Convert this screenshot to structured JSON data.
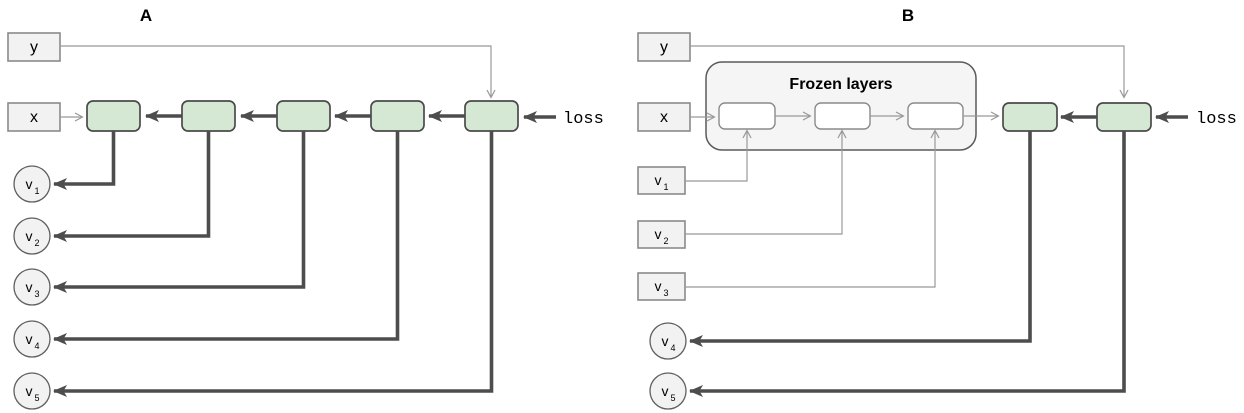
{
  "colors": {
    "green_fill": "#d5e8d4",
    "green_border": "#4a4a4a",
    "node_fill": "#f2f2f2",
    "node_border": "#8a8a8a",
    "circle_border": "#5f5f5f",
    "container_fill": "#f5f5f5",
    "container_border": "#5a5a5a",
    "white_fill": "#ffffff",
    "white_border": "#8a8a8a",
    "thick_line": "#4d4d4d",
    "thin_line": "#999999",
    "text": "#000000"
  },
  "panel_a": {
    "title": "A",
    "target_label": "y",
    "input_label": "x",
    "loss_label": "loss",
    "gradient_outputs": [
      {
        "base": "v",
        "sub": "1"
      },
      {
        "base": "v",
        "sub": "2"
      },
      {
        "base": "v",
        "sub": "3"
      },
      {
        "base": "v",
        "sub": "4"
      },
      {
        "base": "v",
        "sub": "5"
      }
    ]
  },
  "panel_b": {
    "title": "B",
    "target_label": "y",
    "input_label": "x",
    "loss_label": "loss",
    "frozen_container_label": "Frozen layers",
    "frozen_inputs": [
      {
        "base": "v",
        "sub": "1"
      },
      {
        "base": "v",
        "sub": "2"
      },
      {
        "base": "v",
        "sub": "3"
      }
    ],
    "gradient_outputs": [
      {
        "base": "v",
        "sub": "4"
      },
      {
        "base": "v",
        "sub": "5"
      }
    ]
  }
}
